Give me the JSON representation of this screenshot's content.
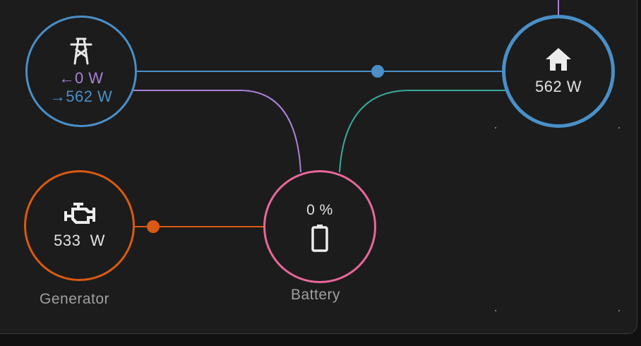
{
  "colors": {
    "grid": "#4a8fc7",
    "return": "#a882d8",
    "generator": "#d95a12",
    "battery": "#e8679a",
    "battery_to_home": "#3aa99a"
  },
  "grid": {
    "icon": "transmission-tower-icon",
    "export_arrow": "←",
    "export_value": "0 W",
    "import_arrow": "→",
    "import_value": "562 W"
  },
  "home": {
    "icon": "home-icon",
    "value": "562 W"
  },
  "generator": {
    "icon": "engine-icon",
    "value": "533  W",
    "label": "Generator"
  },
  "battery": {
    "icon": "battery-outline-icon",
    "state_of_charge": "0 %",
    "label": "Battery"
  }
}
